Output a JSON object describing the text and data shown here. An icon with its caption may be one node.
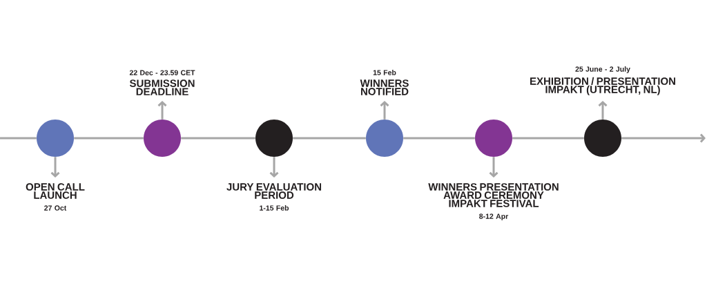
{
  "diagram": {
    "nodes": [
      {
        "text": [],
        "shape": "circle"
      },
      {
        "text": [],
        "shape": "circle"
      },
      {
        "text": [],
        "shape": "circle"
      },
      {
        "text": [],
        "shape": "circle"
      },
      {
        "text": [],
        "shape": "circle"
      },
      {
        "text": [],
        "shape": "circle"
      },
      {
        "text": [
          "OPEN CALL LAUNCH",
          "27 Oct"
        ]
      },
      {
        "text": [
          "22 Dec - 23.59 CET",
          "SUBMISSION DEADLINE"
        ]
      },
      {
        "text": [
          "JURY EVALUATION PERIOD",
          "1-15 Feb"
        ]
      },
      {
        "text": [
          "15 Feb",
          "WINNERS NOTIFIED"
        ]
      },
      {
        "text": [
          "WINNERS PRESENTATION AWARD CEREMONY IMPAKT FESTIVAL",
          "8-12 Apr"
        ]
      },
      {
        "text": [
          "25 June - 2 July",
          "EXHIBITION / PRESENTATION IMPAKT (UTRECHT, NL)"
        ]
      }
    ],
    "edges": [
      {
        "from": null,
        "to": 0,
        "arrow": "none"
      },
      {
        "from": 0,
        "to": 1,
        "arrow": "none"
      },
      {
        "from": 1,
        "to": 2,
        "arrow": "none"
      },
      {
        "from": 2,
        "to": 3,
        "arrow": "none"
      },
      {
        "from": 3,
        "to": 4,
        "arrow": "none"
      },
      {
        "from": 4,
        "to": 5,
        "arrow": "none"
      },
      {
        "from": 5,
        "to": null,
        "arrow": "to"
      },
      {
        "from": 0,
        "to": 6,
        "arrow": "to"
      },
      {
        "from": 1,
        "to": 7,
        "arrow": "to"
      },
      {
        "from": 2,
        "to": 8,
        "arrow": "to"
      },
      {
        "from": 3,
        "to": 9,
        "arrow": "to"
      },
      {
        "from": 4,
        "to": 10,
        "arrow": "to"
      },
      {
        "from": 5,
        "to": 11,
        "arrow": "to"
      }
    ]
  }
}
